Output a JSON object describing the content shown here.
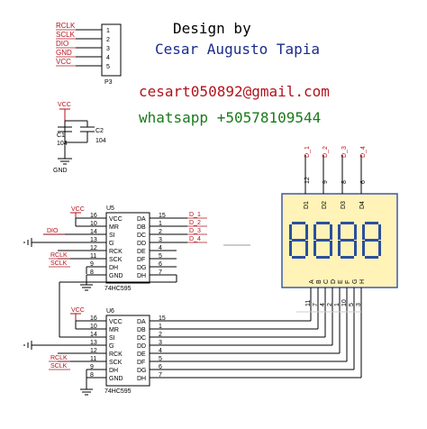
{
  "header": {
    "design_by": "Design by",
    "author": "Cesar Augusto Tapia",
    "email": "cesart050892@gmail.com",
    "whatsapp": "whatsapp +50578109544"
  },
  "p3": {
    "ref": "P3",
    "signals": [
      "RCLK",
      "SCLK",
      "DIO",
      "GND",
      "VCC"
    ],
    "pins": [
      "1",
      "2",
      "3",
      "4",
      "5"
    ]
  },
  "caps": {
    "vcc": "VCC",
    "gnd": "GND",
    "c1": "C1",
    "c1_value": "104",
    "c2": "C2",
    "c2_value": "104"
  },
  "u5": {
    "ref": "U5",
    "part": "74HC595",
    "left_pins": [
      "VCC",
      "MR",
      "SI",
      "G",
      "RCK",
      "SCK",
      "DH",
      "GND"
    ],
    "left_nums": [
      "16",
      "10",
      "14",
      "13",
      "12",
      "11",
      "9",
      "8"
    ],
    "right_pins": [
      "DA",
      "DB",
      "DC",
      "DD",
      "DE",
      "DF",
      "DG",
      "DH"
    ],
    "right_nums": [
      "15",
      "1",
      "2",
      "3",
      "4",
      "5",
      "6",
      "7"
    ],
    "inputs": {
      "vcc": "VCC",
      "dio": "DIO",
      "rclk": "RCLK",
      "sclk": "SCLK"
    },
    "outputs": [
      "D_1",
      "D_2",
      "D_3",
      "D_4"
    ]
  },
  "u6": {
    "ref": "U6",
    "part": "74HC595",
    "left_pins": [
      "VCC",
      "MR",
      "SI",
      "G",
      "RCK",
      "SCK",
      "DH",
      "GND"
    ],
    "left_nums": [
      "16",
      "10",
      "14",
      "13",
      "12",
      "11",
      "9",
      "8"
    ],
    "right_pins": [
      "DA",
      "DB",
      "DC",
      "DD",
      "DE",
      "DF",
      "DG",
      "DH"
    ],
    "right_nums": [
      "15",
      "1",
      "2",
      "3",
      "4",
      "5",
      "6",
      "7"
    ],
    "inputs": {
      "vcc": "VCC",
      "rclk": "RCLK",
      "sclk": "SCLK"
    }
  },
  "display": {
    "top_nets": [
      "D_1",
      "D_2",
      "D_3",
      "D_4"
    ],
    "top_pins": [
      "12",
      "9",
      "8",
      "6"
    ],
    "digit_labels": [
      "D1",
      "D2",
      "D3",
      "D4"
    ],
    "seg_labels": [
      "A",
      "B",
      "C",
      "D",
      "E",
      "F",
      "G",
      "H"
    ],
    "bottom_pins": [
      "11",
      "7",
      "4",
      "2",
      "1",
      "10",
      "5",
      "3"
    ]
  },
  "colors": {
    "net_label": "#b3121b",
    "wire": "#000000",
    "display_body": "#fff3b8",
    "display_border": "#3a5ba8",
    "segment": "#2a4fa0"
  }
}
